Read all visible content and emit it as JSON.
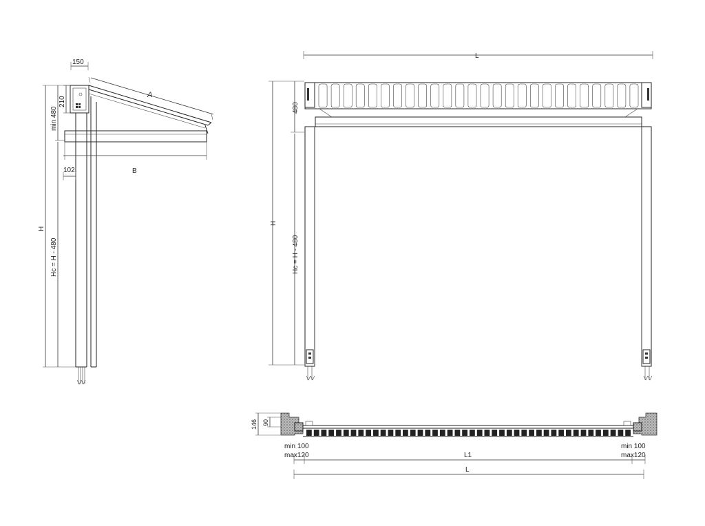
{
  "side_view": {
    "dims": {
      "w150": "150",
      "h210": "210",
      "min480": "min 480",
      "a": "A",
      "b": "B",
      "w102": "102",
      "h": "H",
      "hc": "Hc = H - 480"
    }
  },
  "front_view": {
    "dims": {
      "l_top": "L",
      "h480": "480",
      "h": "H",
      "hc": "Hc = H - 480"
    },
    "slat_count": 26
  },
  "plan_view": {
    "dims": {
      "h146": "146",
      "h90": "90",
      "left_min": "min 100",
      "left_max": "max120",
      "right_min": "min 100",
      "right_max": "max120",
      "l1": "L1",
      "l_bottom": "L"
    },
    "tooth_count": 44
  },
  "colors": {
    "line": "#222222",
    "hatch": "#888888"
  }
}
